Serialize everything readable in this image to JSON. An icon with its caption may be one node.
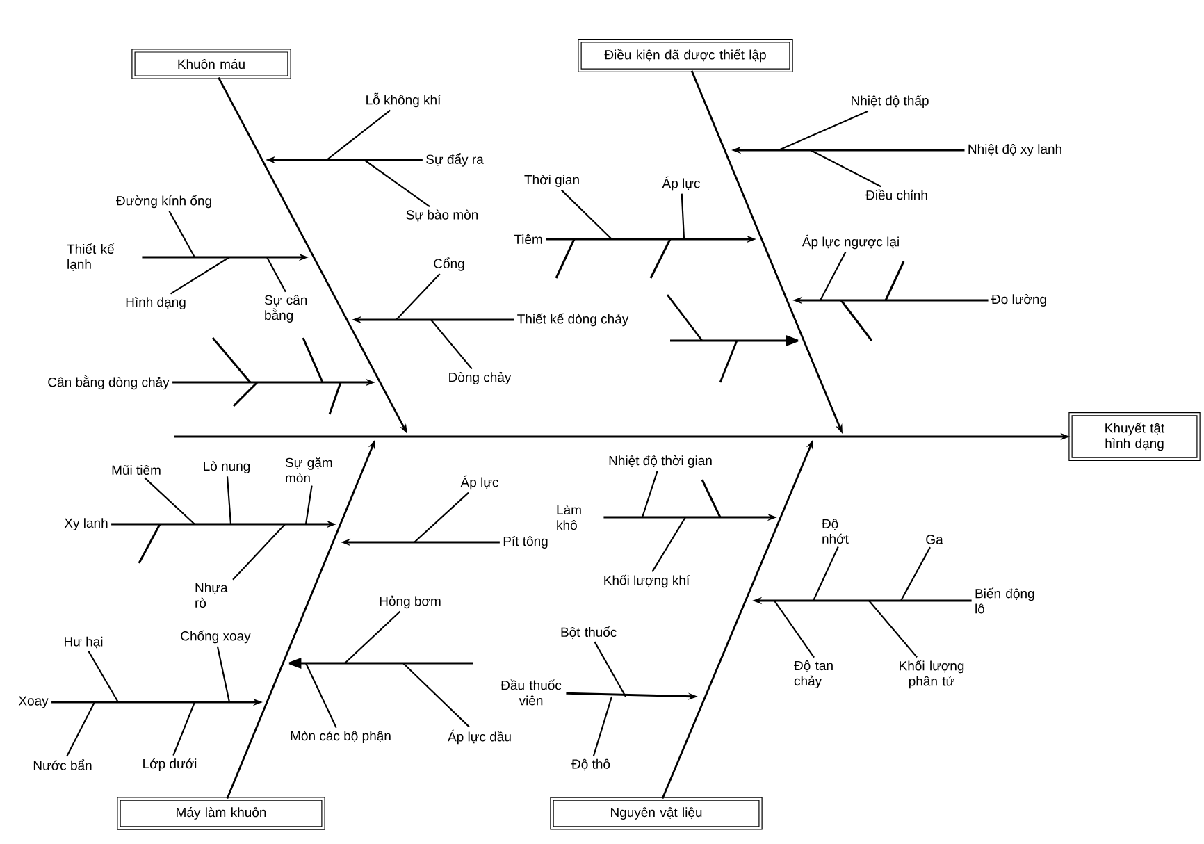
{
  "diagram": {
    "nodes": [
      {
        "text": [
          "Khuôn máu"
        ]
      },
      {
        "text": [
          "Điều kiện đã được thiết lập"
        ]
      },
      {
        "text": [
          "Khuyết tật hình dạng"
        ]
      },
      {
        "text": [
          "Máy làm khuôn"
        ]
      },
      {
        "text": [
          "Nguyên vật liệu"
        ]
      },
      {
        "text": [
          "Lỗ không khí"
        ]
      },
      {
        "text": [
          "Sự đẩy ra"
        ]
      },
      {
        "text": [
          "Sự bào mòn"
        ]
      },
      {
        "text": [
          "Đường kính ống"
        ]
      },
      {
        "text": [
          "Thiết kế lạnh"
        ]
      },
      {
        "text": [
          "Hình dạng"
        ]
      },
      {
        "text": [
          "Sự cân bằng"
        ]
      },
      {
        "text": [
          "Cổng"
        ]
      },
      {
        "text": [
          "Thiết kế dòng chảy"
        ]
      },
      {
        "text": [
          "Dòng chảy"
        ]
      },
      {
        "text": [
          "Cân bằng dòng chảy"
        ]
      },
      {
        "text": [
          "Nhiệt độ thấp"
        ]
      },
      {
        "text": [
          "Nhiệt độ xy lanh"
        ]
      },
      {
        "text": [
          "Điều chỉnh"
        ]
      },
      {
        "text": [
          "Thời gian"
        ]
      },
      {
        "text": [
          "Áp lực"
        ]
      },
      {
        "text": [
          "Tiêm"
        ]
      },
      {
        "text": [
          "Áp lực ngược lại"
        ]
      },
      {
        "text": [
          "Đo lường"
        ]
      },
      {
        "text": [
          "Mũi tiêm"
        ]
      },
      {
        "text": [
          "Lò nung"
        ]
      },
      {
        "text": [
          "Sự gặm mòn"
        ]
      },
      {
        "text": [
          "Xy lanh"
        ]
      },
      {
        "text": [
          "Nhựa rò"
        ]
      },
      {
        "text": [
          "Áp lực"
        ]
      },
      {
        "text": [
          "Pít tông"
        ]
      },
      {
        "text": [
          "Chống xoay"
        ]
      },
      {
        "text": [
          "Hư hại"
        ]
      },
      {
        "text": [
          "Xoay"
        ]
      },
      {
        "text": [
          "Nước bẩn"
        ]
      },
      {
        "text": [
          "Lớp dưới"
        ]
      },
      {
        "text": [
          "Hỏng bơm"
        ]
      },
      {
        "text": [
          "Mòn các bộ phận"
        ]
      },
      {
        "text": [
          "Áp lực dầu"
        ]
      },
      {
        "text": [
          "Nhiệt độ thời gian"
        ]
      },
      {
        "text": [
          "Làm khô"
        ]
      },
      {
        "text": [
          "Khối lượng khí"
        ]
      },
      {
        "text": [
          "Độ nhớt"
        ]
      },
      {
        "text": [
          "Ga"
        ]
      },
      {
        "text": [
          "Biến động lô"
        ]
      },
      {
        "text": [
          "Độ tan chảy"
        ]
      },
      {
        "text": [
          "Khối lượng phân tử"
        ]
      },
      {
        "text": [
          "Bột thuốc"
        ]
      },
      {
        "text": [
          "Đầu thuốc viên"
        ]
      },
      {
        "text": [
          "Độ thô"
        ]
      }
    ],
    "edges": [
      {
        "from": 0,
        "to": null,
        "arrow": "to"
      },
      {
        "from": 1,
        "to": null,
        "arrow": "to"
      },
      {
        "from": 3,
        "to": null,
        "arrow": "to"
      },
      {
        "from": 4,
        "to": null,
        "arrow": "to"
      },
      {
        "from": null,
        "to": 2,
        "arrow": "to"
      },
      {
        "from": 6,
        "to": null,
        "arrow": "to"
      },
      {
        "from": 5,
        "to": null,
        "arrow": "none"
      },
      {
        "from": 7,
        "to": null,
        "arrow": "none"
      },
      {
        "from": 9,
        "to": null,
        "arrow": "to"
      },
      {
        "from": 8,
        "to": null,
        "arrow": "none"
      },
      {
        "from": 10,
        "to": null,
        "arrow": "none"
      },
      {
        "from": 11,
        "to": null,
        "arrow": "none"
      },
      {
        "from": 13,
        "to": null,
        "arrow": "to"
      },
      {
        "from": 12,
        "to": null,
        "arrow": "none"
      },
      {
        "from": 14,
        "to": null,
        "arrow": "none"
      },
      {
        "from": 15,
        "to": null,
        "arrow": "to"
      },
      {
        "from": 17,
        "to": null,
        "arrow": "to"
      },
      {
        "from": 16,
        "to": null,
        "arrow": "none"
      },
      {
        "from": 18,
        "to": null,
        "arrow": "none"
      },
      {
        "from": 21,
        "to": null,
        "arrow": "to"
      },
      {
        "from": 19,
        "to": null,
        "arrow": "none"
      },
      {
        "from": 20,
        "to": null,
        "arrow": "none"
      },
      {
        "from": 23,
        "to": null,
        "arrow": "to"
      },
      {
        "from": 22,
        "to": null,
        "arrow": "none"
      },
      {
        "from": 27,
        "to": null,
        "arrow": "to"
      },
      {
        "from": 24,
        "to": null,
        "arrow": "none"
      },
      {
        "from": 25,
        "to": null,
        "arrow": "none"
      },
      {
        "from": 26,
        "to": null,
        "arrow": "none"
      },
      {
        "from": 28,
        "to": null,
        "arrow": "none"
      },
      {
        "from": 30,
        "to": null,
        "arrow": "to"
      },
      {
        "from": 29,
        "to": null,
        "arrow": "none"
      },
      {
        "from": 33,
        "to": null,
        "arrow": "to"
      },
      {
        "from": 32,
        "to": null,
        "arrow": "none"
      },
      {
        "from": 31,
        "to": null,
        "arrow": "none"
      },
      {
        "from": 34,
        "to": null,
        "arrow": "none"
      },
      {
        "from": 35,
        "to": null,
        "arrow": "none"
      },
      {
        "from": 36,
        "to": null,
        "arrow": "none"
      },
      {
        "from": 37,
        "to": null,
        "arrow": "none"
      },
      {
        "from": 38,
        "to": null,
        "arrow": "none"
      },
      {
        "from": 40,
        "to": null,
        "arrow": "to"
      },
      {
        "from": 39,
        "to": null,
        "arrow": "none"
      },
      {
        "from": 41,
        "to": null,
        "arrow": "none"
      },
      {
        "from": 44,
        "to": null,
        "arrow": "to"
      },
      {
        "from": 42,
        "to": null,
        "arrow": "none"
      },
      {
        "from": 43,
        "to": null,
        "arrow": "none"
      },
      {
        "from": 45,
        "to": null,
        "arrow": "none"
      },
      {
        "from": 46,
        "to": null,
        "arrow": "none"
      },
      {
        "from": 48,
        "to": null,
        "arrow": "to"
      },
      {
        "from": 47,
        "to": null,
        "arrow": "none"
      },
      {
        "from": 49,
        "to": null,
        "arrow": "none"
      }
    ]
  }
}
